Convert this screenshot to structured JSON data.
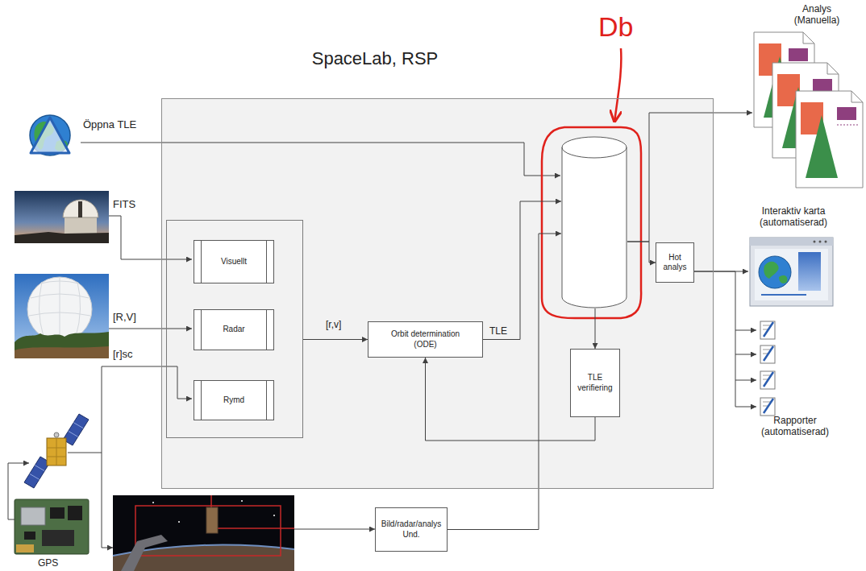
{
  "diagram": {
    "title": "SpaceLab, RSP",
    "nodes": [
      {
        "text": []
      },
      {
        "text": [],
        "in": 0
      },
      {
        "text": [
          "Visuellt"
        ],
        "in": 1
      },
      {
        "text": [
          "Radar"
        ],
        "in": 1
      },
      {
        "text": [
          "Rymd"
        ],
        "in": 1
      },
      {
        "text": [
          "Orbit determination (ODE)"
        ],
        "in": 0
      },
      {
        "text": [],
        "in": 0
      },
      {
        "text": [
          "TLE verifiering"
        ],
        "in": 0
      },
      {
        "text": [
          "Hot analys"
        ],
        "in": 0
      },
      {
        "text": [
          "Bild/radar/analys Und."
        ]
      },
      {
        "text": [
          "Analys (Manuella)"
        ]
      },
      {
        "text": [
          "Interaktiv karta (automatiserad)"
        ]
      },
      {
        "text": [
          "Rapporter (automatiserad)"
        ]
      }
    ],
    "edges": [
      {
        "from": 1,
        "to": 5,
        "label": "[r,v]",
        "arrow": "to"
      },
      {
        "from": 5,
        "to": 6,
        "label": "TLE",
        "arrow": "to"
      },
      {
        "from": 9,
        "to": 6,
        "arrow": "to"
      },
      {
        "from": 6,
        "to": 7,
        "arrow": "to"
      },
      {
        "from": 7,
        "to": 5,
        "arrow": "to"
      },
      {
        "from": 6,
        "to": 10,
        "arrow": "to"
      },
      {
        "from": 6,
        "to": 8,
        "arrow": "to"
      },
      {
        "from": 8,
        "to": 11,
        "arrow": "to"
      },
      {
        "from": 8,
        "to": 12,
        "arrow": "to"
      }
    ],
    "labels": [
      "Öppna TLE",
      "FITS",
      "[R,V]",
      "[r]sc",
      "GPS",
      "Db"
    ]
  }
}
